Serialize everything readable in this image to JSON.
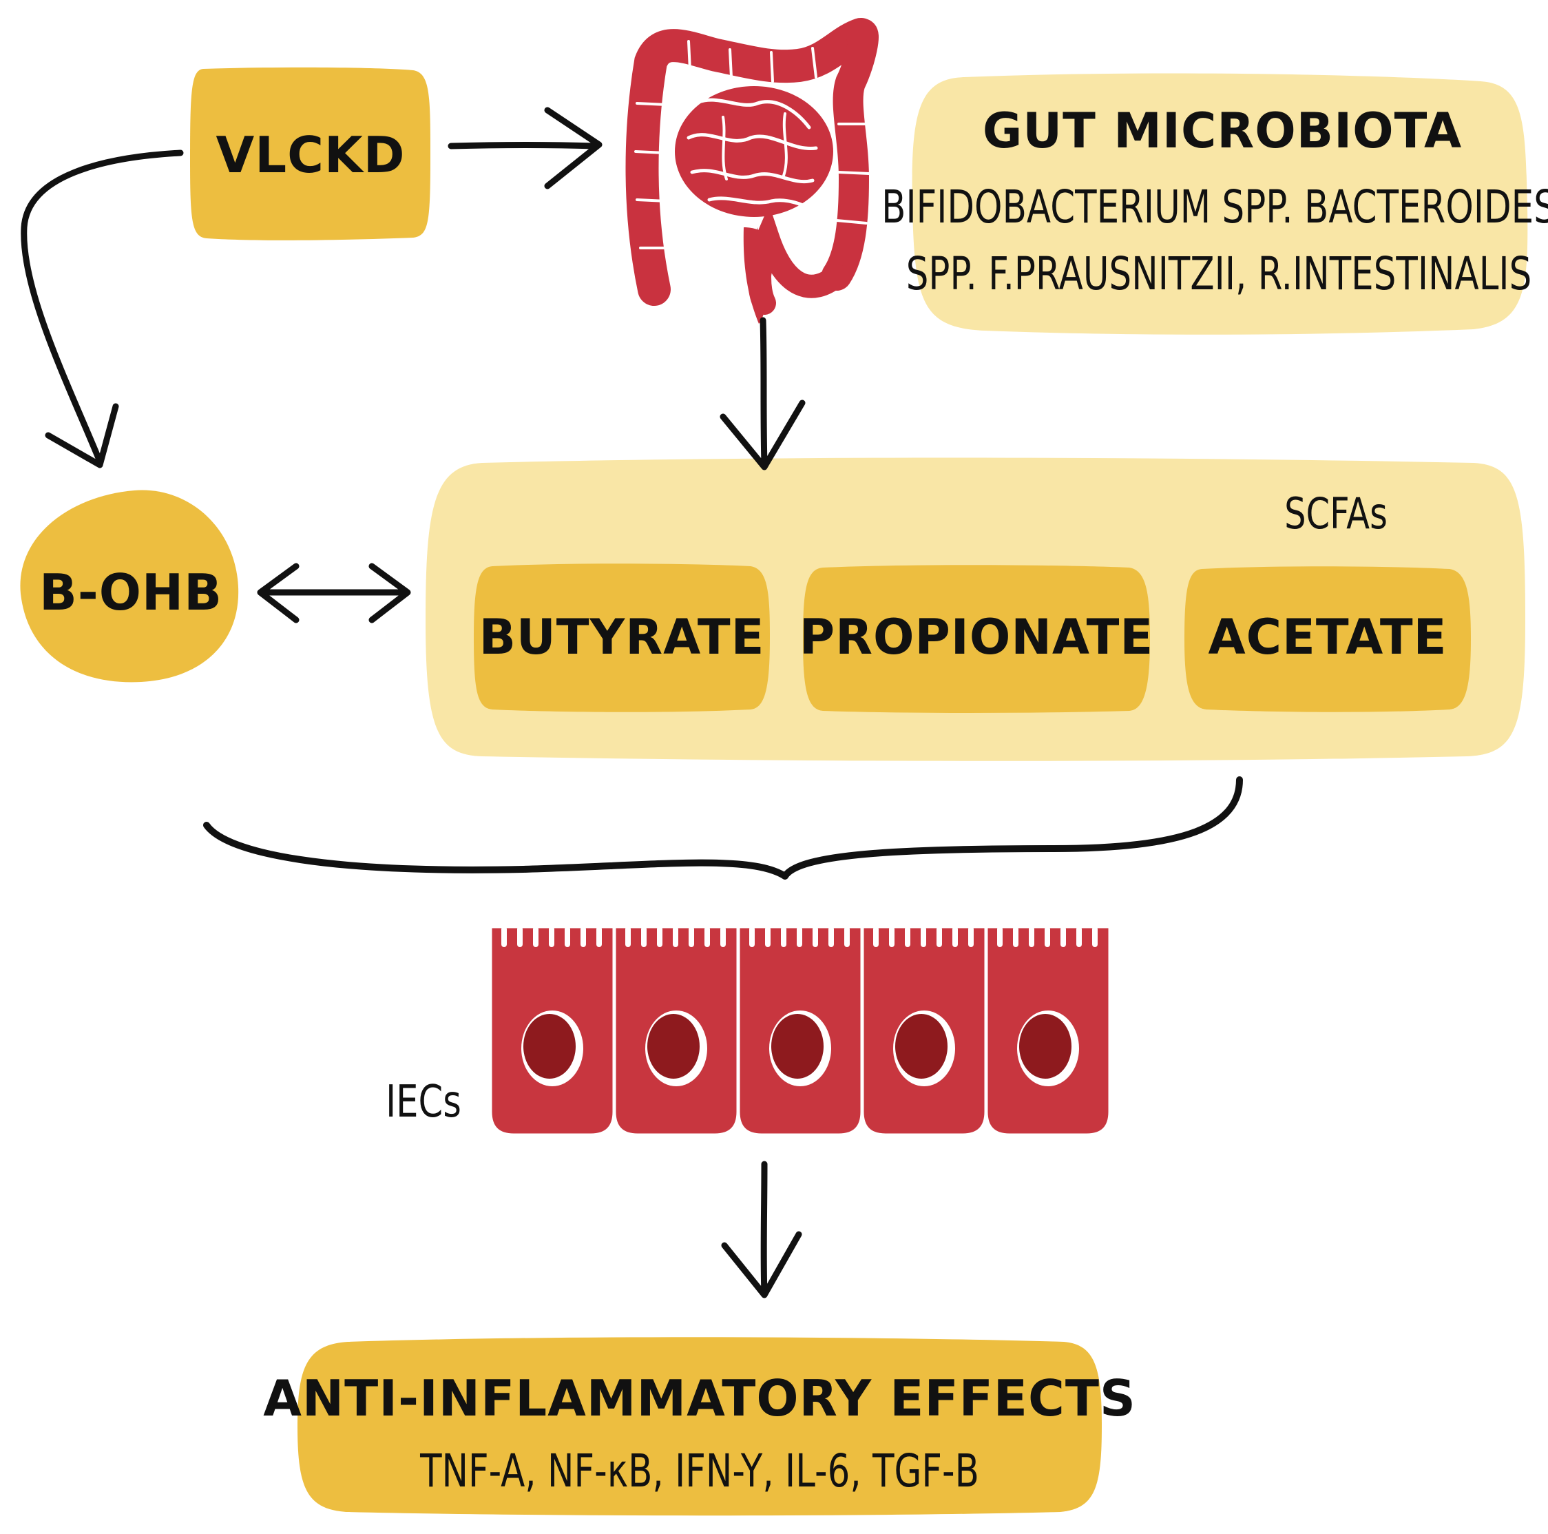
{
  "nodes": {
    "vlckd": "VLCKD",
    "bohb": "Β-OHB",
    "gut": {
      "title": "GUT MICROBIOTA",
      "line1": "BIFIDOBACTERIUM SPP. BACTEROIDES",
      "line2": "SPP. F.PRAUSNITZII, R.INTESTINALIS"
    },
    "scfas": {
      "label": "SCFAs",
      "items": [
        "BUTYRATE",
        "PROPIONATE",
        "ACETATE"
      ]
    },
    "iecs": "IECs",
    "effects": {
      "title": "ANTI-INFLAMMATORY EFFECTS",
      "cytokines": "TNF-A, NF-κB, IFN-Y, IL-6, TGF-Β"
    }
  },
  "colors": {
    "mustard": "#EDBE40",
    "pale_yellow": "#F9E6A6",
    "intestine_red": "#C9323F",
    "cell_red": "#C8363F",
    "nucleus_dark": "#8E1A1E",
    "ink": "#111111"
  },
  "icons": [
    "intestine-icon",
    "epithelial-cells-icon",
    "arrow-icon",
    "curly-brace-icon"
  ]
}
